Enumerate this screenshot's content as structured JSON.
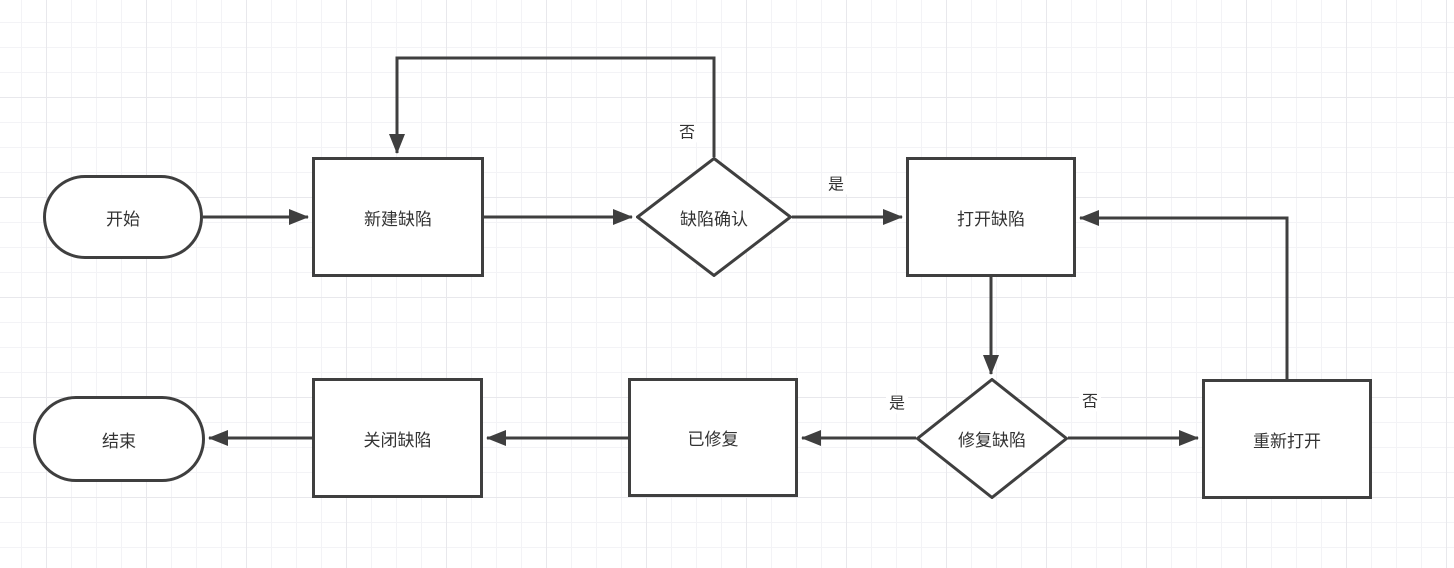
{
  "diagram": {
    "type": "flowchart",
    "language": "zh-CN",
    "nodes": {
      "start": {
        "label": "开始",
        "type": "terminator"
      },
      "create": {
        "label": "新建缺陷",
        "type": "process"
      },
      "confirm": {
        "label": "缺陷确认",
        "type": "decision"
      },
      "open": {
        "label": "打开缺陷",
        "type": "process"
      },
      "fix": {
        "label": "修复缺陷",
        "type": "decision"
      },
      "reopen": {
        "label": "重新打开",
        "type": "process"
      },
      "fixed": {
        "label": "已修复",
        "type": "process"
      },
      "close": {
        "label": "关闭缺陷",
        "type": "process"
      },
      "end": {
        "label": "结束",
        "type": "terminator"
      }
    },
    "edges": [
      {
        "from": "start",
        "to": "create",
        "label": ""
      },
      {
        "from": "create",
        "to": "confirm",
        "label": ""
      },
      {
        "from": "confirm",
        "to": "create",
        "label": "否"
      },
      {
        "from": "confirm",
        "to": "open",
        "label": "是"
      },
      {
        "from": "open",
        "to": "fix",
        "label": ""
      },
      {
        "from": "fix",
        "to": "fixed",
        "label": "是"
      },
      {
        "from": "fix",
        "to": "reopen",
        "label": "否"
      },
      {
        "from": "reopen",
        "to": "open",
        "label": ""
      },
      {
        "from": "fixed",
        "to": "close",
        "label": ""
      },
      {
        "from": "close",
        "to": "end",
        "label": ""
      }
    ],
    "colors": {
      "stroke": "#3f3f3f",
      "text": "#333333",
      "node_fill": "#ffffff",
      "grid_minor": "#f3f3f6",
      "grid_major": "#e8e8ec",
      "background": "#ffffff"
    }
  }
}
